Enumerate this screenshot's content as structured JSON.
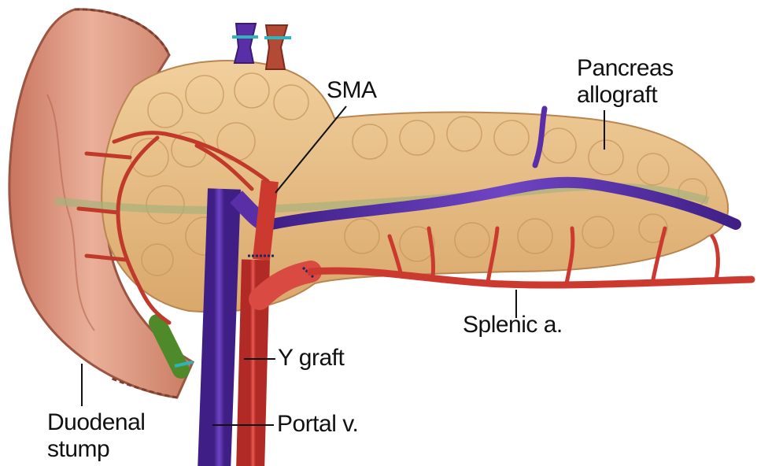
{
  "labels": {
    "sma": "SMA",
    "pancreas_line1": "Pancreas",
    "pancreas_line2": "allograft",
    "splenic": "Splenic a.",
    "ygraft": "Y graft",
    "portal": "Portal v.",
    "duodenal_line1": "Duodenal",
    "duodenal_line2": "stump"
  },
  "colors": {
    "duodenum": "#d98b72",
    "pancreas": "#ecc48d",
    "artery": "#cc3a2f",
    "vein": "#5a2ea6",
    "bile_duct": "#4f8a2a",
    "suture": "#2fb4b8"
  }
}
